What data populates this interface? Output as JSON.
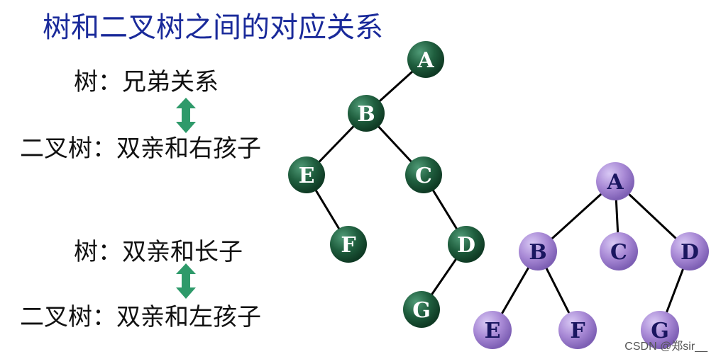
{
  "title": "树和二叉树之间的对应关系",
  "left_labels": {
    "row1": "树：兄弟关系",
    "row2": "二叉树：双亲和右孩子",
    "row3": "树：双亲和长子",
    "row4": "二叉树：双亲和左孩子"
  },
  "binary_tree": {
    "color": "#1f5e3e",
    "nodes": {
      "A": "A",
      "B": "B",
      "C": "C",
      "D": "D",
      "E": "E",
      "F": "F",
      "G": "G"
    }
  },
  "tree": {
    "color": "#a98ad6",
    "nodes": {
      "A": "A",
      "B": "B",
      "C": "C",
      "D": "D",
      "E": "E",
      "F": "F",
      "G": "G"
    }
  },
  "arrow_color": "#2e9a6a",
  "watermark": "CSDN @郑sir__"
}
